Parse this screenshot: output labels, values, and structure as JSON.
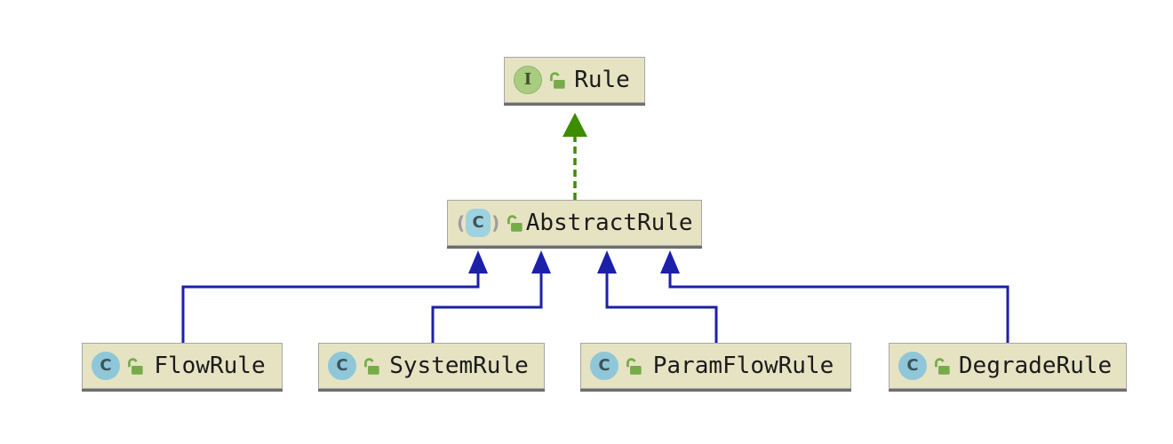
{
  "diagram": {
    "kind": "uml-class-hierarchy",
    "nodes": {
      "rule": {
        "label": "Rule",
        "stereotype": "interface",
        "visibility": "public"
      },
      "abstractRule": {
        "label": "AbstractRule",
        "stereotype": "abstract-class",
        "visibility": "public"
      },
      "flowRule": {
        "label": "FlowRule",
        "stereotype": "class",
        "visibility": "public"
      },
      "systemRule": {
        "label": "SystemRule",
        "stereotype": "class",
        "visibility": "public"
      },
      "paramFlowRule": {
        "label": "ParamFlowRule",
        "stereotype": "class",
        "visibility": "public"
      },
      "degradeRule": {
        "label": "DegradeRule",
        "stereotype": "class",
        "visibility": "public"
      }
    },
    "edges": [
      {
        "from": "AbstractRule",
        "to": "Rule",
        "type": "implements",
        "style": "dashed-green"
      },
      {
        "from": "FlowRule",
        "to": "AbstractRule",
        "type": "extends",
        "style": "solid-blue"
      },
      {
        "from": "SystemRule",
        "to": "AbstractRule",
        "type": "extends",
        "style": "solid-blue"
      },
      {
        "from": "ParamFlowRule",
        "to": "AbstractRule",
        "type": "extends",
        "style": "solid-blue"
      },
      {
        "from": "DegradeRule",
        "to": "AbstractRule",
        "type": "extends",
        "style": "solid-blue"
      }
    ],
    "icons": {
      "interface_letter": "I",
      "class_letter": "C",
      "paren_open": "(",
      "paren_close": ")"
    },
    "colors": {
      "node_fill": "#e6e3c3",
      "node_border": "#a6a6a6",
      "node_shadow": "#6d6d6d",
      "extends_arrow": "#1c20a8",
      "implements_arrow": "#3c8d00",
      "interface_icon_bg": "#a9cc7f",
      "class_icon_bg": "#8fc7d8",
      "lock_icon": "#76ab49",
      "label_text": "#1b1b1b"
    }
  }
}
